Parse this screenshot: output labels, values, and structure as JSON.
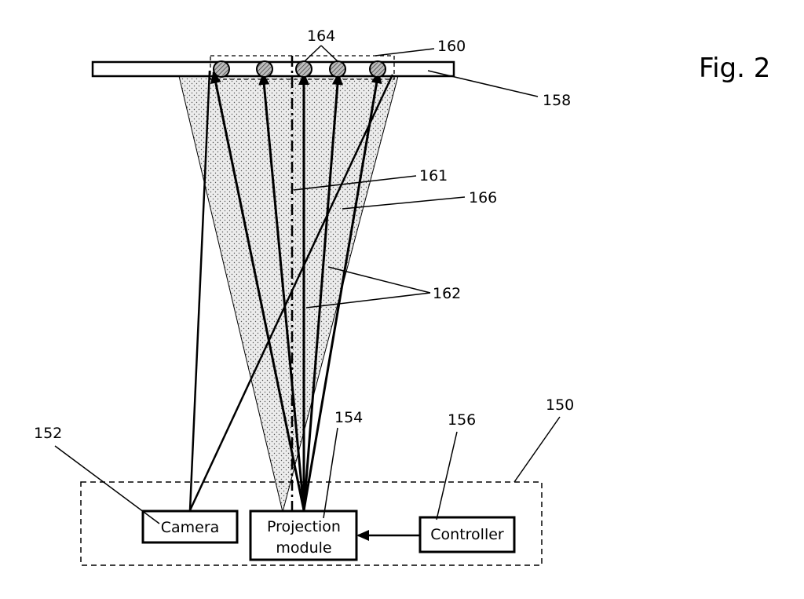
{
  "figure": {
    "title": "Fig. 2"
  },
  "components": {
    "camera": {
      "label": "Camera",
      "ref": "152"
    },
    "projection_module": {
      "label_line1": "Projection",
      "label_line2": "module",
      "ref": "154"
    },
    "controller": {
      "label": "Controller",
      "ref": "156"
    },
    "system": {
      "ref": "150"
    }
  },
  "references": {
    "surface": "158",
    "region": "160",
    "axis": "161",
    "beams": "162",
    "spots": "164",
    "cone": "166"
  },
  "colors": {
    "ink": "#000000",
    "cone_fill": "#e6e6e6",
    "spot_fill": "#8c8c8c"
  }
}
